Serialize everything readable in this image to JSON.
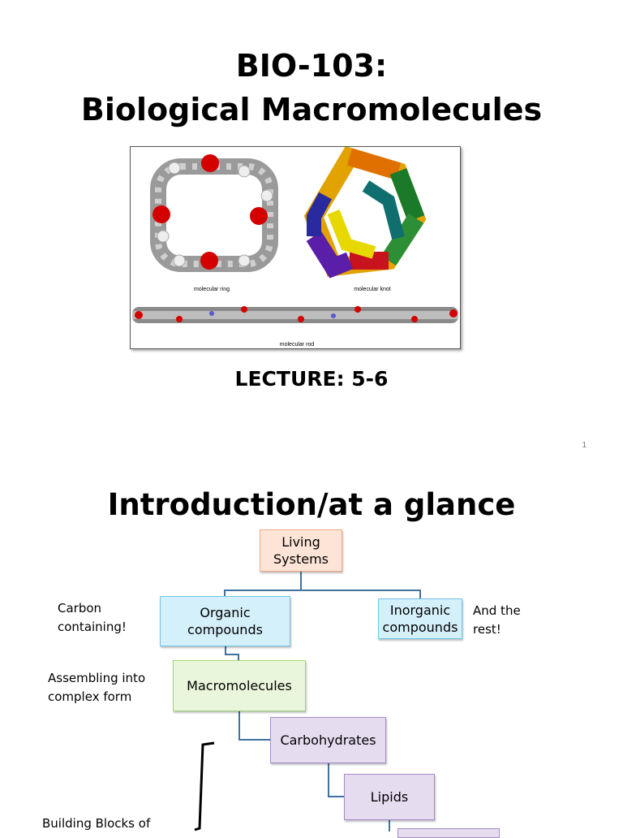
{
  "slide1": {
    "title_line1": "BIO-103:",
    "title_line2": "Biological Macromolecules",
    "figure": {
      "caption_ring": "molecular ring",
      "caption_knot": "molecular knot",
      "caption_rod": "molecular rod"
    },
    "lecture": "LECTURE: 5-6",
    "page_number": "1"
  },
  "slide2": {
    "title": "Introduction/at a glance",
    "boxes": {
      "living": "Living Systems",
      "organic": "Organic compounds",
      "inorganic": "Inorganic compounds",
      "macro": "Macromolecules",
      "carbs": "Carbohydrates",
      "lipids": "Lipids"
    },
    "notes": {
      "carbon": "Carbon containing!",
      "rest": "And the rest!",
      "assembling": "Assembling into complex form",
      "building": "Building Blocks of"
    },
    "colors": {
      "orange_fill": "#fde4d6",
      "orange_border": "#f2a883",
      "blue_fill": "#d4f0fb",
      "blue_border": "#6fc6e6",
      "green_fill": "#eaf6dc",
      "green_border": "#a6d37c",
      "purple_fill": "#e6dcf0",
      "purple_border": "#a58cc9",
      "connector": "#41729f"
    }
  }
}
